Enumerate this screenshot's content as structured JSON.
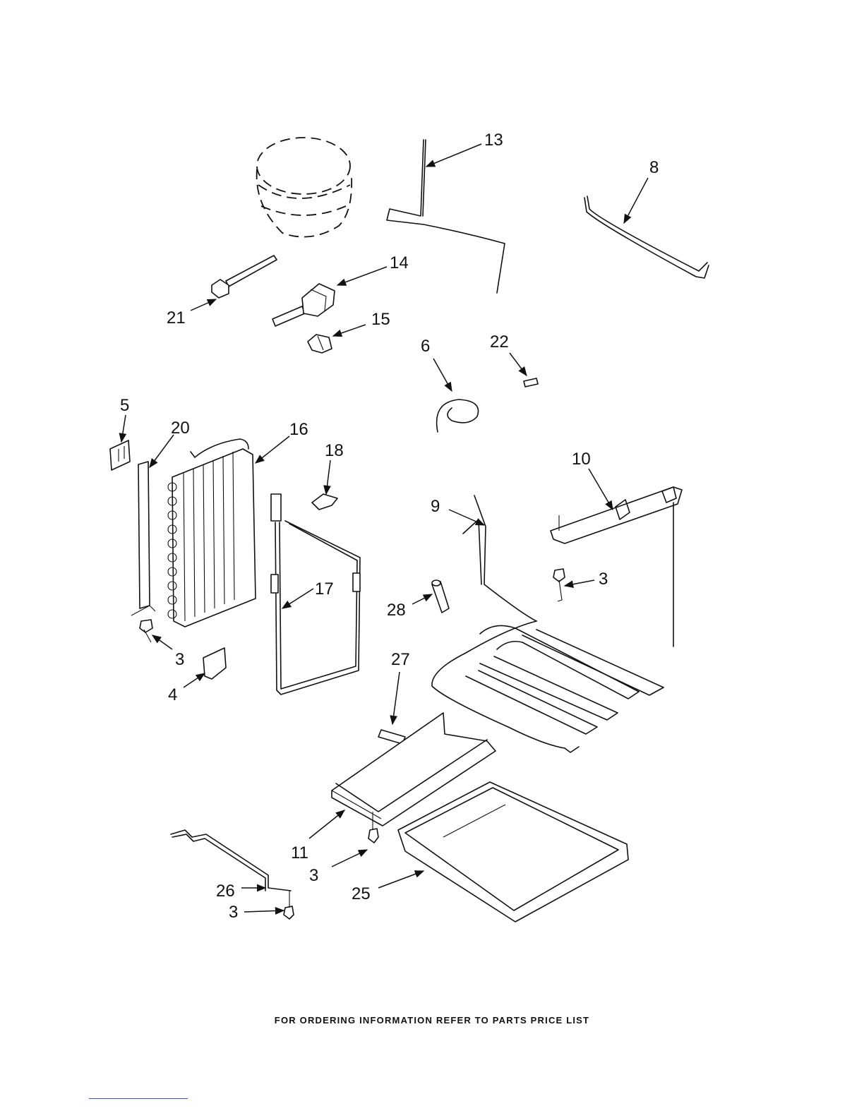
{
  "footer_note": "FOR ORDERING INFORMATION REFER TO PARTS PRICE LIST",
  "callouts": {
    "c13": "13",
    "c8": "8",
    "c14": "14",
    "c21": "21",
    "c15": "15",
    "c6": "6",
    "c22": "22",
    "c5": "5",
    "c20": "20",
    "c16": "16",
    "c18": "18",
    "c10": "10",
    "c9": "9",
    "c3a": "3",
    "c17": "17",
    "c28": "28",
    "c3b": "3",
    "c27": "27",
    "c4": "4",
    "c11": "11",
    "c3c": "3",
    "c26": "26",
    "c25": "25",
    "c3d": "3"
  }
}
